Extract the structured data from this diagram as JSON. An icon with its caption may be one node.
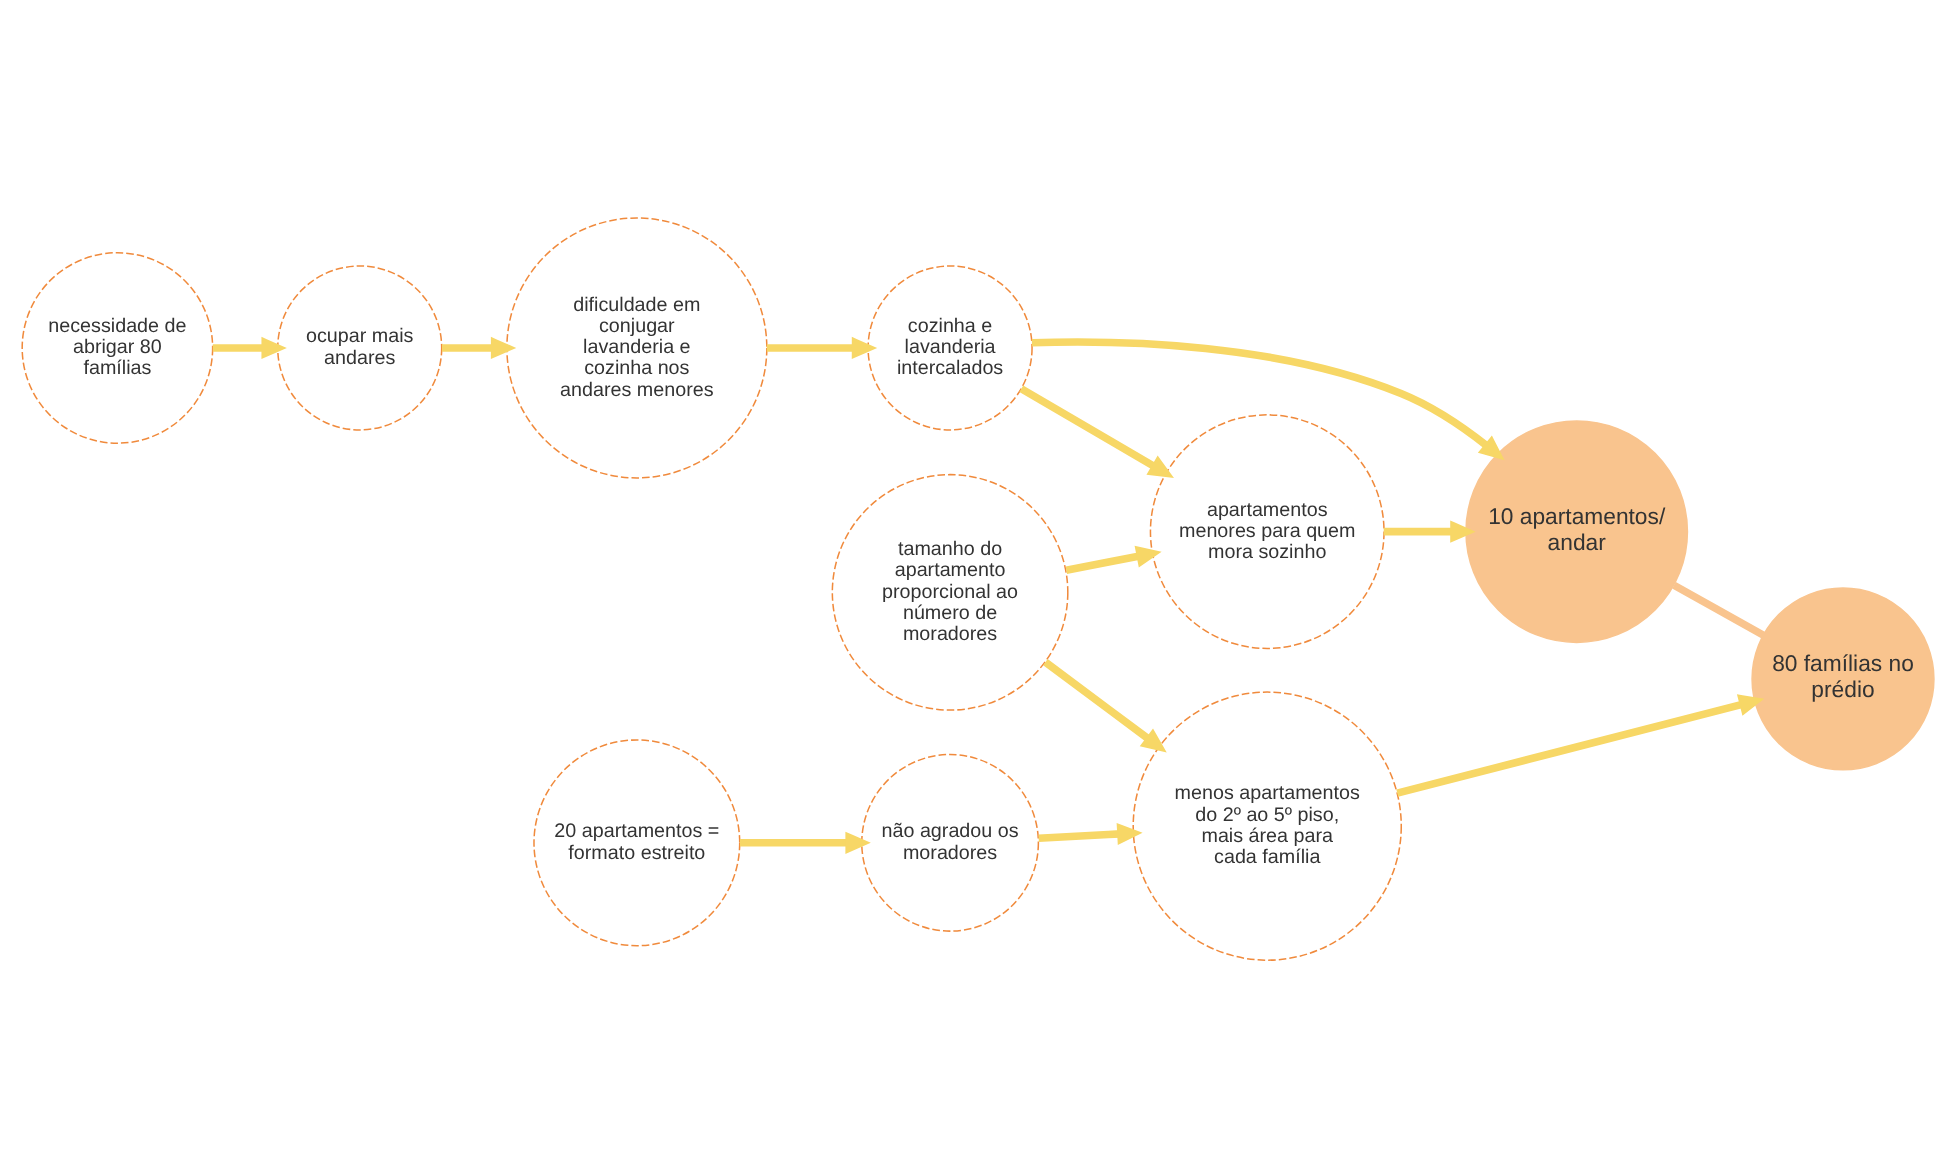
{
  "diagram": {
    "nodes": [
      {
        "text": [
          "necessidade de abrigar 80 famílias"
        ]
      },
      {
        "text": [
          "ocupar mais andares"
        ]
      },
      {
        "text": [
          "dificuldade em conjugar lavanderia e cozinha nos andares menores"
        ]
      },
      {
        "text": [
          "cozinha e lavanderia intercalados"
        ]
      },
      {
        "text": [
          "10 apartamentos/ andar"
        ]
      },
      {
        "text": [
          "tamanho do apartamento proporcional ao número de moradores"
        ]
      },
      {
        "text": [
          "apartamentos menores para quem mora sozinho"
        ]
      },
      {
        "text": [
          "80 famílias no prédio"
        ]
      },
      {
        "text": [
          "não agradou os moradores"
        ]
      },
      {
        "text": [
          "20 apartamentos = formato estreito"
        ]
      },
      {
        "text": [
          "menos apartamentos do 2º ao 5º piso, mais área para cada família"
        ]
      }
    ],
    "edges": [
      {
        "from": 0,
        "to": 1,
        "arrow": "to"
      },
      {
        "from": 1,
        "to": 2,
        "arrow": "to"
      },
      {
        "from": 2,
        "to": 3,
        "arrow": "to"
      },
      {
        "from": 3,
        "to": 4,
        "arrow": "to"
      },
      {
        "from": 3,
        "to": 6,
        "arrow": "to"
      },
      {
        "from": 5,
        "to": 6,
        "arrow": "to"
      },
      {
        "from": 5,
        "to": 10,
        "arrow": "to"
      },
      {
        "from": 6,
        "to": 4,
        "arrow": "to"
      },
      {
        "from": 9,
        "to": 8,
        "arrow": "to"
      },
      {
        "from": 8,
        "to": 10,
        "arrow": "to"
      },
      {
        "from": 10,
        "to": 7,
        "arrow": "to"
      },
      {
        "from": 4,
        "to": 7,
        "arrow": "none",
        "color": "#f9c48e"
      }
    ]
  }
}
